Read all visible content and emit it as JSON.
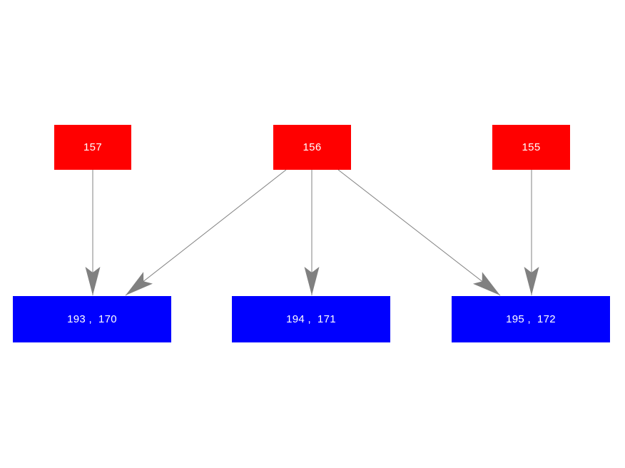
{
  "diagram": {
    "background_color": "#ffffff",
    "edge_color": "#808080",
    "node_text_color": "#ffffff",
    "parent_node_color": "#ff0000",
    "child_node_color": "#0000ff",
    "nodes": [
      {
        "id": "157",
        "label": "157",
        "role": "parent"
      },
      {
        "id": "156",
        "label": "156",
        "role": "parent"
      },
      {
        "id": "155",
        "label": "155",
        "role": "parent"
      },
      {
        "id": "193-170",
        "label": "193 ,  170",
        "role": "child"
      },
      {
        "id": "194-171",
        "label": "194 ,  171",
        "role": "child"
      },
      {
        "id": "195-172",
        "label": "195 ,  172",
        "role": "child"
      }
    ],
    "edges": [
      {
        "from": "157",
        "to": "193 ,  170"
      },
      {
        "from": "156",
        "to": "193 ,  170"
      },
      {
        "from": "156",
        "to": "194 ,  171"
      },
      {
        "from": "156",
        "to": "195 ,  172"
      },
      {
        "from": "155",
        "to": "195 ,  172"
      }
    ]
  }
}
